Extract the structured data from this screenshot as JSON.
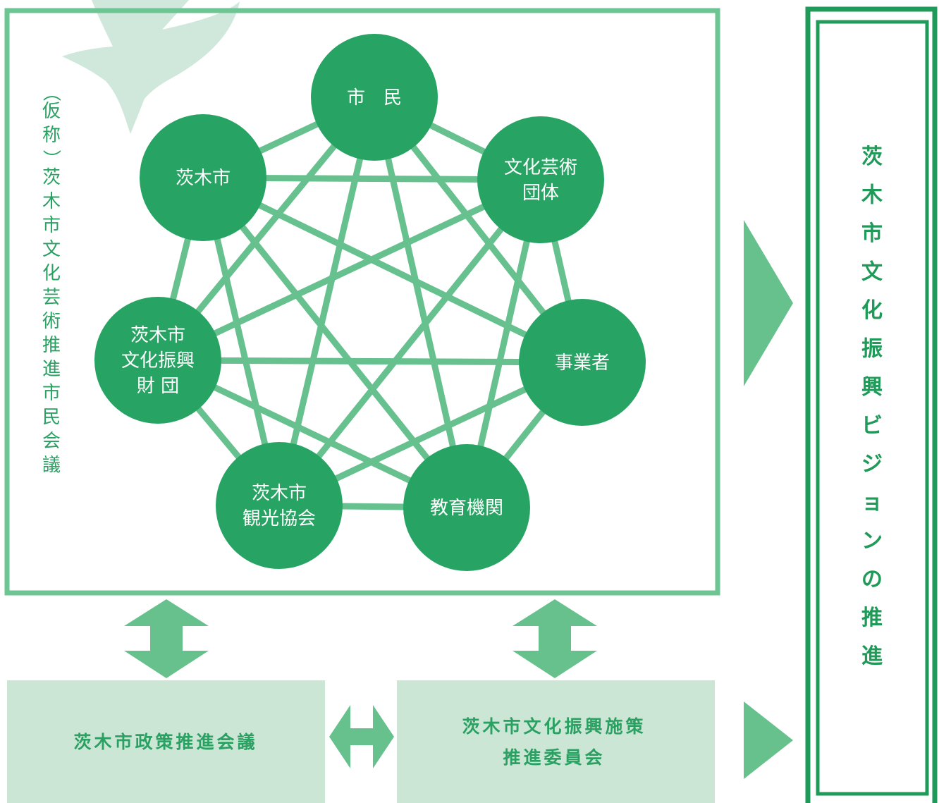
{
  "colors": {
    "node_fill": "#27a463",
    "edge": "#67c18f",
    "frame": "#6cc592",
    "arrow": "#66c18c",
    "box_fill": "#cbe6d5",
    "bird": "#cfe8db",
    "vision_border": "#1f9a59",
    "text_green": "#2aa163"
  },
  "council": {
    "label_chars": [
      "（",
      "仮",
      "称",
      "）",
      "茨",
      "木",
      "市",
      "文",
      "化",
      "芸",
      "術",
      "推",
      "進",
      "市",
      "民",
      "会",
      "議"
    ]
  },
  "nodes": [
    {
      "id": "shimin",
      "lines": [
        "市　民"
      ]
    },
    {
      "id": "bunka_geijutsu",
      "lines": [
        "文化芸術",
        "団体"
      ]
    },
    {
      "id": "jigyosha",
      "lines": [
        "事業者"
      ]
    },
    {
      "id": "kyoiku",
      "lines": [
        "教育機関"
      ]
    },
    {
      "id": "kanko",
      "lines": [
        "茨木市",
        "観光協会"
      ]
    },
    {
      "id": "zaidan",
      "lines": [
        "茨木市",
        "文化振興",
        "財 団"
      ]
    },
    {
      "id": "ibaraki_city",
      "lines": [
        "茨木市"
      ]
    }
  ],
  "boxes": {
    "policy": {
      "lines": [
        "茨木市政策推進会議"
      ]
    },
    "committee": {
      "lines": [
        "茨木市文化振興施策",
        "推進委員会"
      ]
    }
  },
  "vision": {
    "label_chars": [
      "茨",
      "木",
      "市",
      "文",
      "化",
      "振",
      "興",
      "ビ",
      "ジ",
      "ョ",
      "ン",
      "の",
      "推",
      "進"
    ]
  }
}
